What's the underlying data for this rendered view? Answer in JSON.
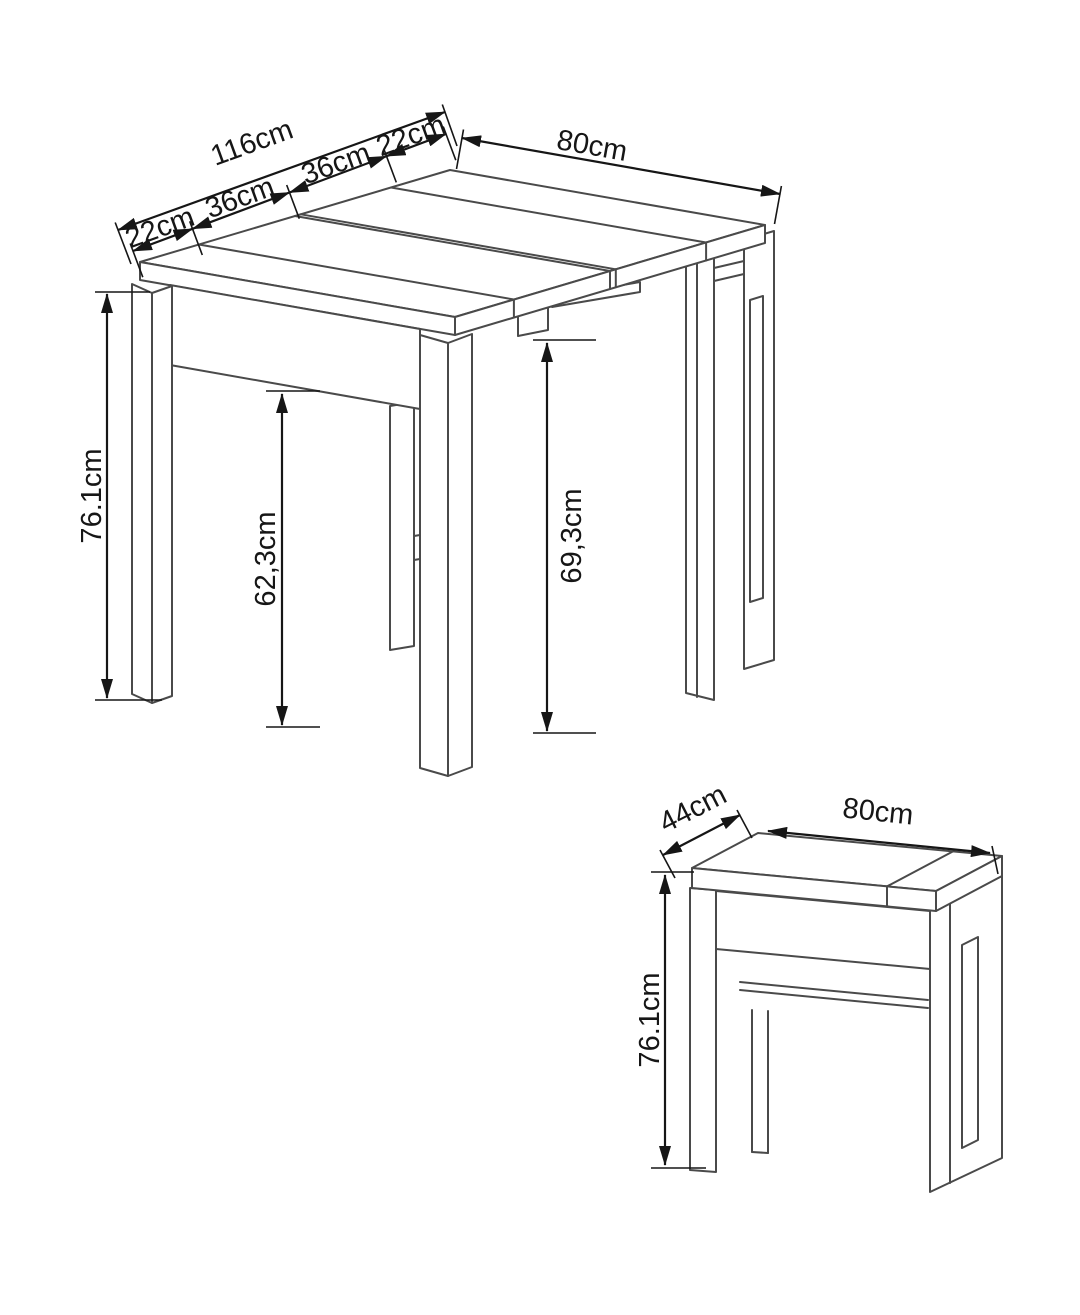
{
  "diagram": {
    "background_color": "#ffffff",
    "line_color": "#4a4a4a",
    "dimension_color": "#161616",
    "extended_table": {
      "total_length_label": "116cm",
      "segment_labels": [
        "22cm",
        "36cm",
        "36cm",
        "22cm"
      ],
      "depth_label": "80cm",
      "height_label": "76.1cm",
      "underframe_clearance_label": "62,3cm",
      "leaf_clearance_label": "69,3cm"
    },
    "console_table": {
      "depth_label": "44cm",
      "width_label": "80cm",
      "height_label": "76.1cm"
    }
  }
}
